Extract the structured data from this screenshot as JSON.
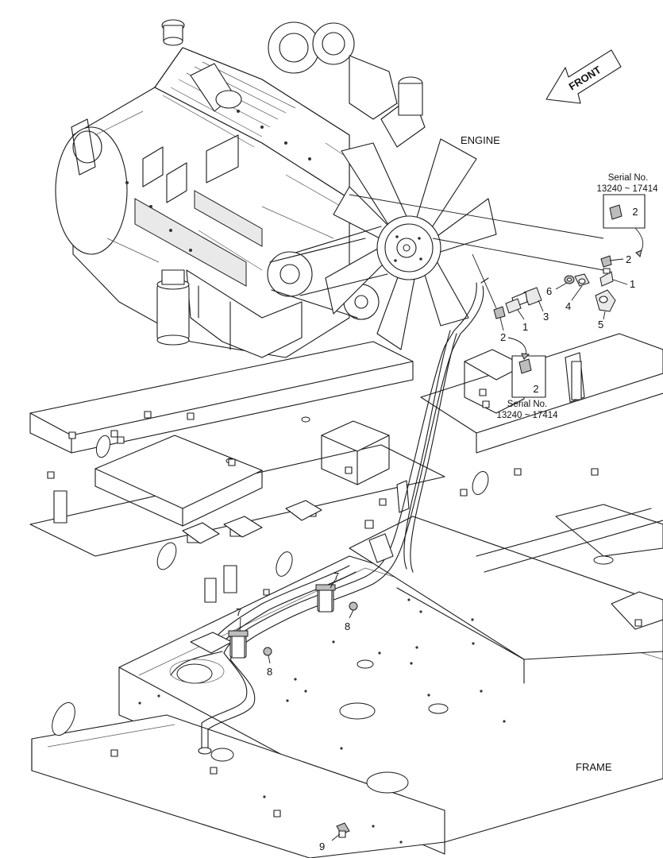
{
  "labels": {
    "engine": "ENGINE",
    "frame": "FRAME",
    "front": "FRONT"
  },
  "serial_callouts": [
    {
      "title": "Serial No.",
      "range": "13240 ~ 17414",
      "part": "2"
    },
    {
      "title": "Serial No.",
      "range": "13240 ~ 17414",
      "part": "2"
    }
  ],
  "part_numbers": {
    "p1a": "1",
    "p1b": "1",
    "p2a": "2",
    "p2b": "2",
    "p3": "3",
    "p4": "4",
    "p5": "5",
    "p6": "6",
    "p7a": "7",
    "p7b": "7",
    "p8a": "8",
    "p8b": "8",
    "p9": "9"
  }
}
